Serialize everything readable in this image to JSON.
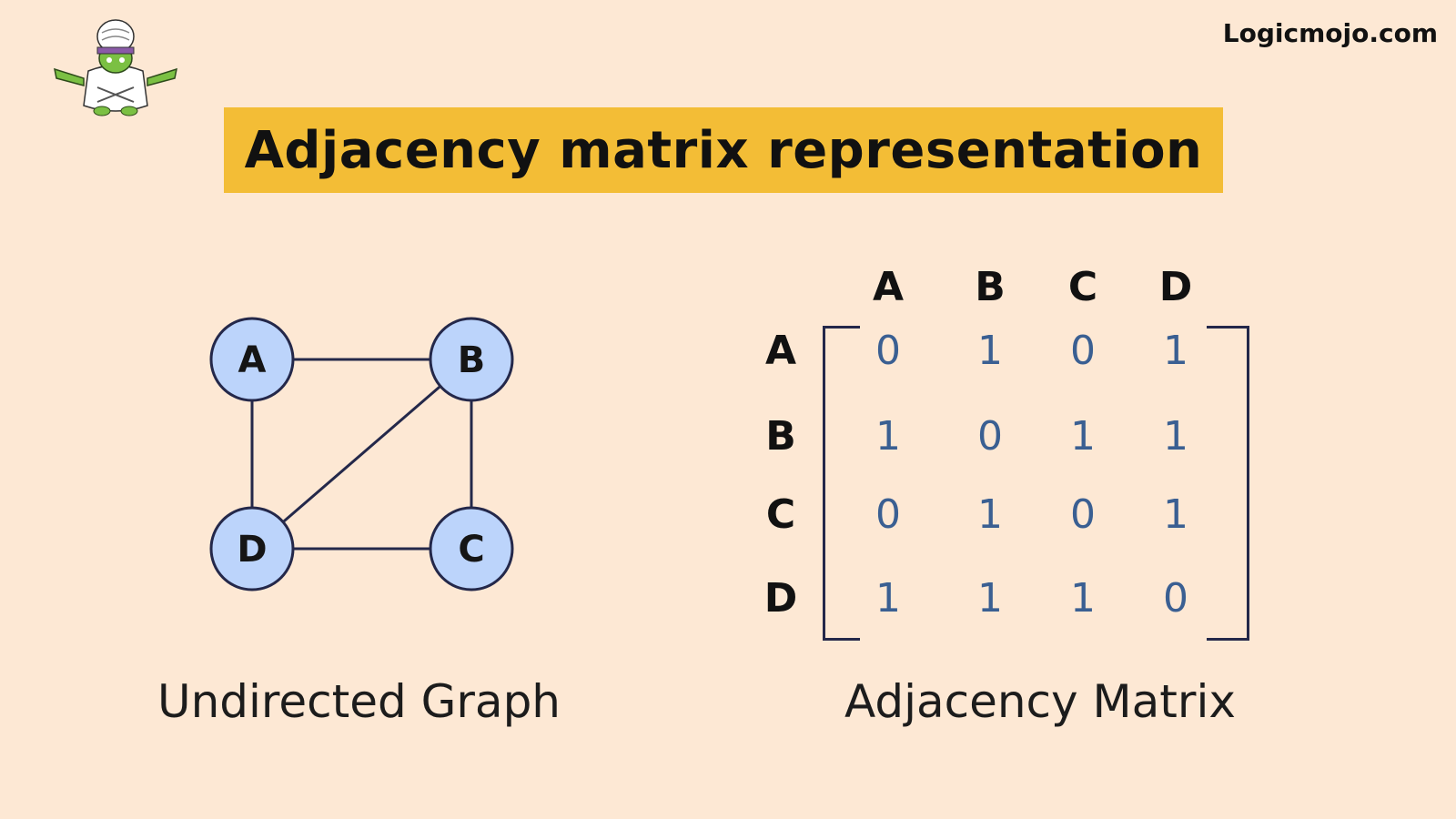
{
  "brand": "Logicmojo.com",
  "title": "Adjacency matrix representation",
  "colors": {
    "background": "#fde8d4",
    "banner": "#f3bd36",
    "node_fill": "#bcd4fb",
    "node_stroke": "#24284a",
    "matrix_value": "#3a5f92"
  },
  "logo": {
    "icon": "mascot-logo-icon"
  },
  "graph": {
    "caption": "Undirected Graph",
    "nodes": [
      {
        "id": "A",
        "label": "A"
      },
      {
        "id": "B",
        "label": "B"
      },
      {
        "id": "C",
        "label": "C"
      },
      {
        "id": "D",
        "label": "D"
      }
    ],
    "edges": [
      [
        "A",
        "B"
      ],
      [
        "A",
        "D"
      ],
      [
        "B",
        "C"
      ],
      [
        "B",
        "D"
      ],
      [
        "C",
        "D"
      ]
    ]
  },
  "matrix": {
    "caption": "Adjacency Matrix",
    "col_headers": [
      "A",
      "B",
      "C",
      "D"
    ],
    "row_headers": [
      "A",
      "B",
      "C",
      "D"
    ],
    "values": [
      [
        0,
        1,
        0,
        1
      ],
      [
        1,
        0,
        1,
        1
      ],
      [
        0,
        1,
        0,
        1
      ],
      [
        1,
        1,
        1,
        0
      ]
    ]
  }
}
